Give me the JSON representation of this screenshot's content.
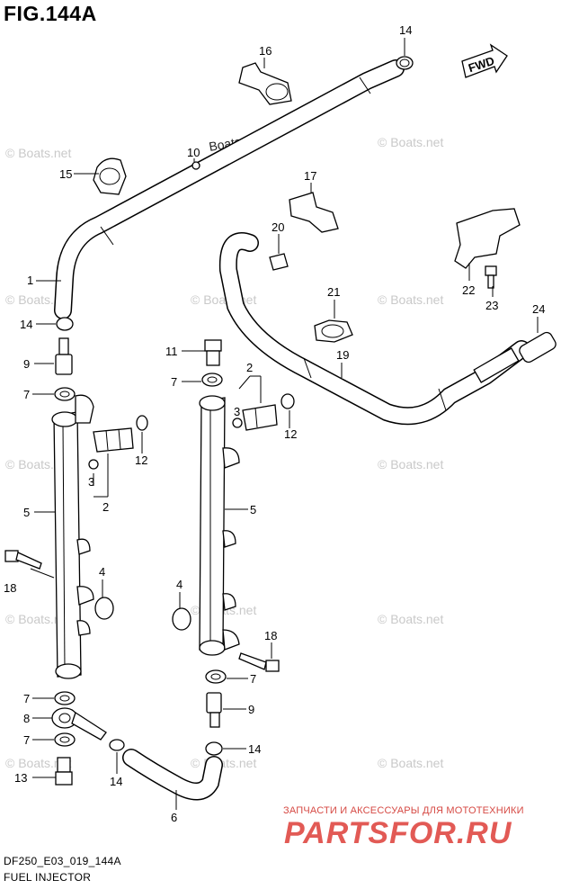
{
  "figure": {
    "title": "FIG.144A",
    "code": "DF250_E03_019_144A",
    "name": "FUEL INJECTOR",
    "fwd_label": "FWD",
    "watermark": "© Boats.net",
    "watermark_center": "Boats.net",
    "dealer_caption": "ЗАПЧАСТИ И АКСЕССУАРЫ ДЛЯ МОТОТЕХНИКИ",
    "dealer_logo": "PARTSFOR.RU"
  },
  "callouts": [
    {
      "id": "c14a",
      "text": "14"
    },
    {
      "id": "c16",
      "text": "16"
    },
    {
      "id": "c10",
      "text": "10"
    },
    {
      "id": "c15",
      "text": "15"
    },
    {
      "id": "c17",
      "text": "17"
    },
    {
      "id": "c20",
      "text": "20"
    },
    {
      "id": "c22",
      "text": "22"
    },
    {
      "id": "c23",
      "text": "23"
    },
    {
      "id": "c1",
      "text": "1"
    },
    {
      "id": "c21",
      "text": "21"
    },
    {
      "id": "c24",
      "text": "24"
    },
    {
      "id": "c14b",
      "text": "14"
    },
    {
      "id": "c19",
      "text": "19"
    },
    {
      "id": "c9a",
      "text": "9"
    },
    {
      "id": "c11",
      "text": "11"
    },
    {
      "id": "c7a",
      "text": "7"
    },
    {
      "id": "c7b",
      "text": "7"
    },
    {
      "id": "c2a",
      "text": "2"
    },
    {
      "id": "c3a",
      "text": "3"
    },
    {
      "id": "c12a",
      "text": "12"
    },
    {
      "id": "c12b",
      "text": "12"
    },
    {
      "id": "c3b",
      "text": "3"
    },
    {
      "id": "c2b",
      "text": "2"
    },
    {
      "id": "c5a",
      "text": "5"
    },
    {
      "id": "c5b",
      "text": "5"
    },
    {
      "id": "c18a",
      "text": "18"
    },
    {
      "id": "c4a",
      "text": "4"
    },
    {
      "id": "c4b",
      "text": "4"
    },
    {
      "id": "c18b",
      "text": "18"
    },
    {
      "id": "c7c",
      "text": "7"
    },
    {
      "id": "c7d",
      "text": "7"
    },
    {
      "id": "c8",
      "text": "8"
    },
    {
      "id": "c9b",
      "text": "9"
    },
    {
      "id": "c7e",
      "text": "7"
    },
    {
      "id": "c14c",
      "text": "14"
    },
    {
      "id": "c13",
      "text": "13"
    },
    {
      "id": "c14d",
      "text": "14"
    },
    {
      "id": "c6",
      "text": "6"
    }
  ]
}
